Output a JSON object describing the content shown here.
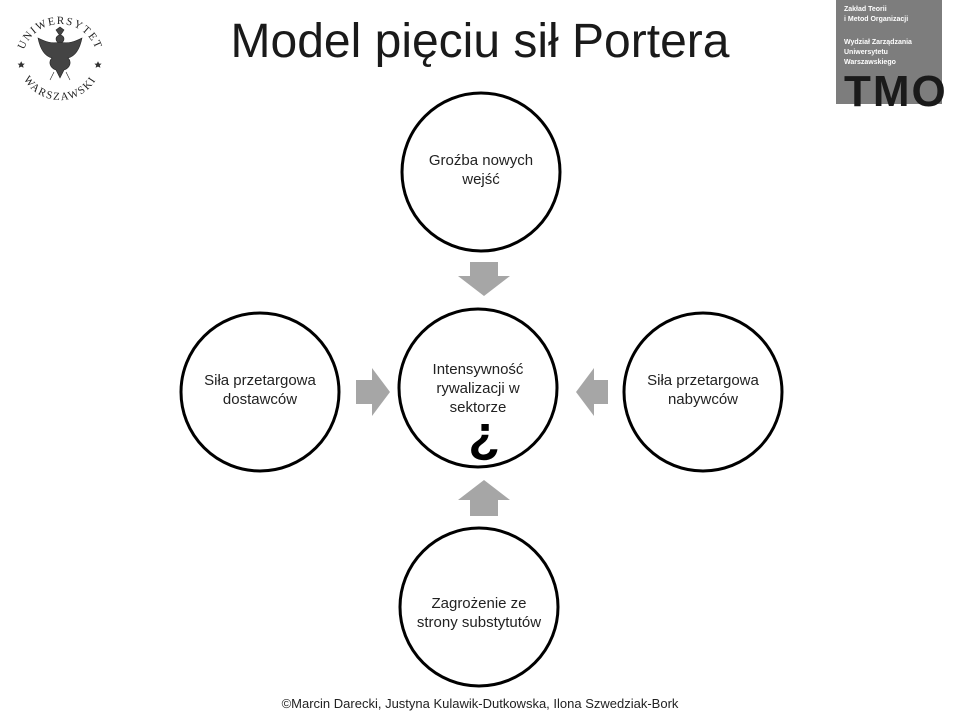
{
  "title": "Model pięciu sił Portera",
  "logo_uw": {
    "top_text": "UNIWERSYTET",
    "bottom_text": "WARSZAWSKI",
    "icon": "eagle-emblem-icon"
  },
  "logo_tmo": {
    "lines": [
      "Zakład Teorii",
      "i Metod Organizacji",
      "",
      "Wydział Zarządzania",
      "Uniwersytetu",
      "Warszawskiego"
    ],
    "big_text": "TMO"
  },
  "nodes": {
    "top": "Groźba nowych wejść",
    "center": "Intensywność rywalizacji w sektorze",
    "left": "Siła przetargowa dostawców",
    "right": "Siła przetargowa nabywców",
    "bottom": "Zagrożenie ze strony substytutów"
  },
  "center_symbol": "?",
  "footer": "©Marcin Darecki,  Justyna Kulawik-Dutkowska, Ilona Szwedziak-Bork"
}
